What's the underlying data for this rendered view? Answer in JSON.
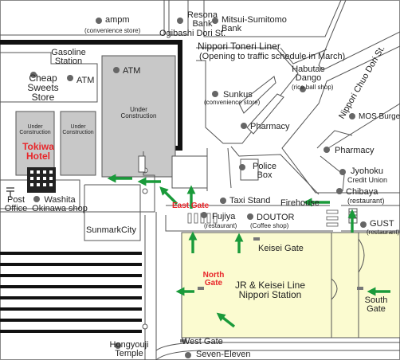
{
  "labels": {
    "ampm": "ampm",
    "ampm_sub": "(convenience store)",
    "resona": "Resona\nBank",
    "mitsui": "Mitsui-Sumitomo\nBank",
    "ogibashi": "Ogibashi Dori St.",
    "nippori_liner": "Nippori Toneri Liner",
    "nippori_liner_sub": "(Opening to traffic schedule in March)",
    "gasoline": "Gasoline\nStation",
    "cheap_sweets": "Cheap\nSweets\nStore",
    "atm_small": "ATM",
    "atm_large": "ATM",
    "under_construction_large": "Under\nConstruction",
    "under_construction_1": "Under\nConstruction",
    "under_construction_2": "Under\nConstruction",
    "sunkus": "Sunkus",
    "sunkus_sub": "(convenience store)",
    "habutae": "Habutae\nDango",
    "habutae_sub": "(rice ball shop)",
    "nippori_chuo": "Nippori Chuo Dori St.",
    "mos_burger": "MOS Burger",
    "pharmacy_1": "Pharmacy",
    "pharmacy_2": "Pharmacy",
    "police_box": "Police\nBox",
    "jyohoku": "Jyohoku",
    "jyohoku_sub": "Credit Union",
    "chibaya": "Chibaya",
    "chibaya_sub": "(restaurant)",
    "tokiwa_hotel": "Tokiwa\nHotel",
    "washita": "Washita\nOkinawa shop",
    "post_office": "Post\nOffice",
    "sunmark": "SunmarkCity",
    "east_gate": "East Gate",
    "taxi_stand": "Taxi Stand",
    "firehouse": "Firehouse",
    "fujiya": "Fujiya",
    "fujiya_sub": "(restaurant)",
    "doutor": "DOUTOR",
    "doutor_sub": "(Coffee shop)",
    "gust": "GUST",
    "gust_sub": "(restaurant)",
    "keisei_gate": "Keisei Gate",
    "north_gate": "North\nGate",
    "station": "JR & Keisei Line\nNippori Station",
    "south_gate": "South\nGate",
    "west_gate": "West Gate",
    "hongyouji": "Hongyouji\nTemple",
    "seven_eleven": "Seven-Eleven"
  },
  "colors": {
    "building_gray": "#c8c8c8",
    "road_line": "#555555",
    "station_fill": "#fbfbd0",
    "arrow_green": "#1a9a3a",
    "gate_red": "#e8262a",
    "railway_black": "#111111",
    "dot": "#666666"
  },
  "icons": [
    "post-office-icon",
    "hotel-building-icon",
    "poi-dot-icon",
    "green-arrow-icon"
  ]
}
